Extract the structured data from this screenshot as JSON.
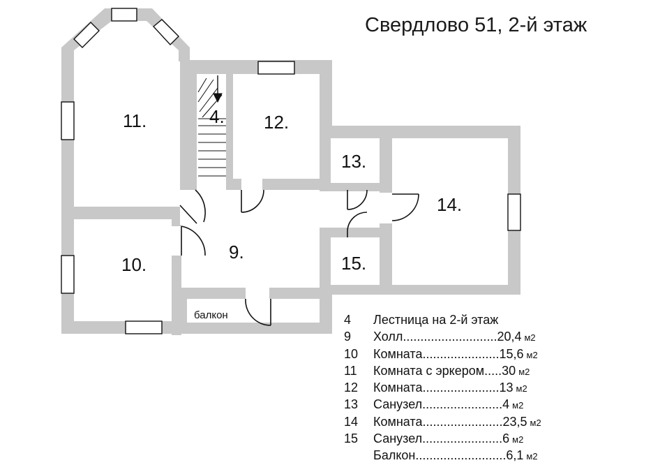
{
  "title": "Свердлово 51, 2-й этаж",
  "rooms": {
    "r4": "4.",
    "r9": "9.",
    "r10": "10.",
    "r11": "11.",
    "r12": "12.",
    "r13": "13.",
    "r14": "14.",
    "r15": "15.",
    "balcony": "балкон"
  },
  "legend": [
    {
      "num": "4",
      "text": "Лестница на 2-й этаж",
      "unit": ""
    },
    {
      "num": "9",
      "text": "Холл...........................20,4",
      "unit": "м2"
    },
    {
      "num": "10",
      "text": "Комната......................15,6",
      "unit": "м2"
    },
    {
      "num": "11",
      "text": "Комната с эркером.....30",
      "unit": "м2"
    },
    {
      "num": "12",
      "text": "Комната......................13",
      "unit": "м2"
    },
    {
      "num": "13",
      "text": "Санузел.......................4",
      "unit": "м2"
    },
    {
      "num": "14",
      "text": "Комната.......................23,5",
      "unit": "м2"
    },
    {
      "num": "15",
      "text": "Санузел.......................6",
      "unit": "м2"
    },
    {
      "num": "",
      "text": "Балкон..........................6,1",
      "unit": "м2"
    }
  ],
  "colors": {
    "wall": "#c8c8c8",
    "line": "#111111",
    "background": "#ffffff"
  }
}
